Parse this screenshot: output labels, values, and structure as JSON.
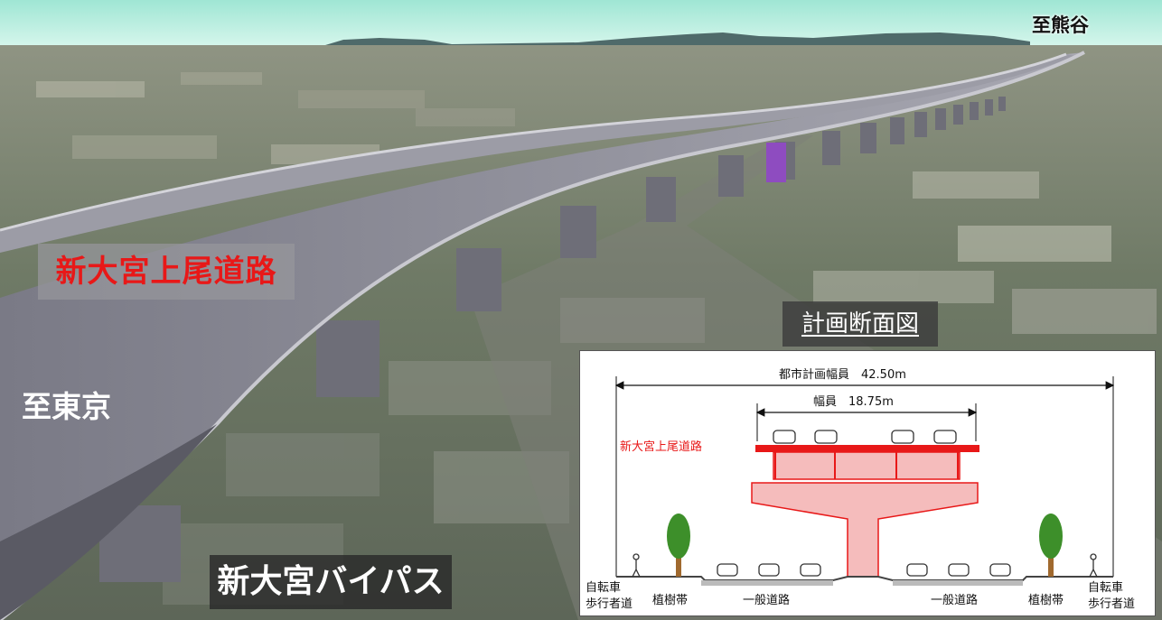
{
  "labels": {
    "to_kumagaya": "至熊谷",
    "road_name": "新大宮上尾道路",
    "to_tokyo": "至東京",
    "bypass": "新大宮バイパス",
    "section_title": "計画断面図"
  },
  "section": {
    "total_width": "都市計画幅員　42.50m",
    "deck_width": "幅員　18.75m",
    "road_name": "新大宮上尾道路",
    "sidewalk_left": [
      "自転車",
      "歩行者道"
    ],
    "planting_left": "植樹帯",
    "road_left": "一般道路",
    "road_right": "一般道路",
    "planting_right": "植樹帯",
    "sidewalk_right": [
      "自転車",
      "歩行者道"
    ]
  },
  "colors": {
    "sky": "#aeead8",
    "viaduct": "#8a8a95",
    "highlight_red": "#e81818",
    "section_fill": "#f5bcbc",
    "tree_green": "#3d8f2a"
  }
}
